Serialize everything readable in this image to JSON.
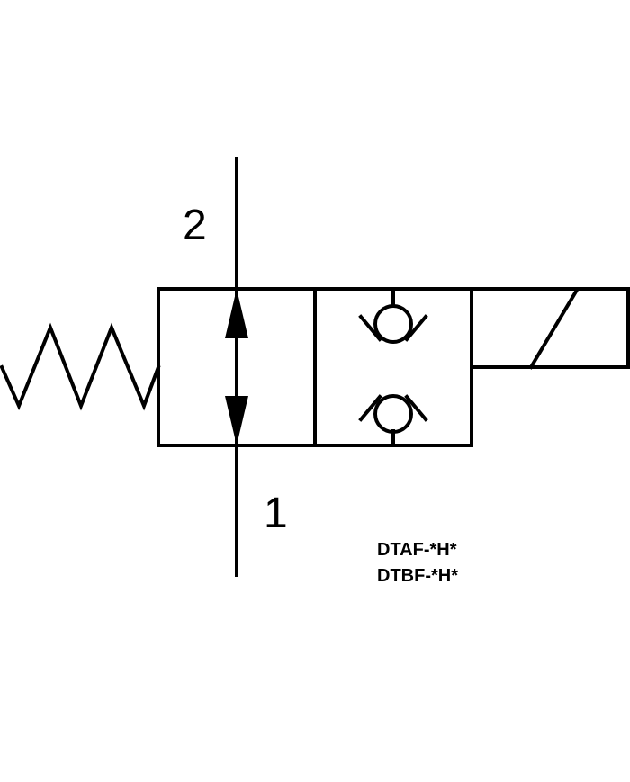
{
  "ports": {
    "top": "2",
    "bottom": "1"
  },
  "model_codes": [
    "DTAF-*H*",
    "DTBF-*H*"
  ],
  "symbols": {
    "spring": "spring-icon",
    "solenoid": "solenoid-icon",
    "check_valve": "check-valve-icon",
    "flow_arrow": "bidirectional-arrow-icon"
  },
  "colors": {
    "line": "#000000",
    "background": "#ffffff"
  }
}
